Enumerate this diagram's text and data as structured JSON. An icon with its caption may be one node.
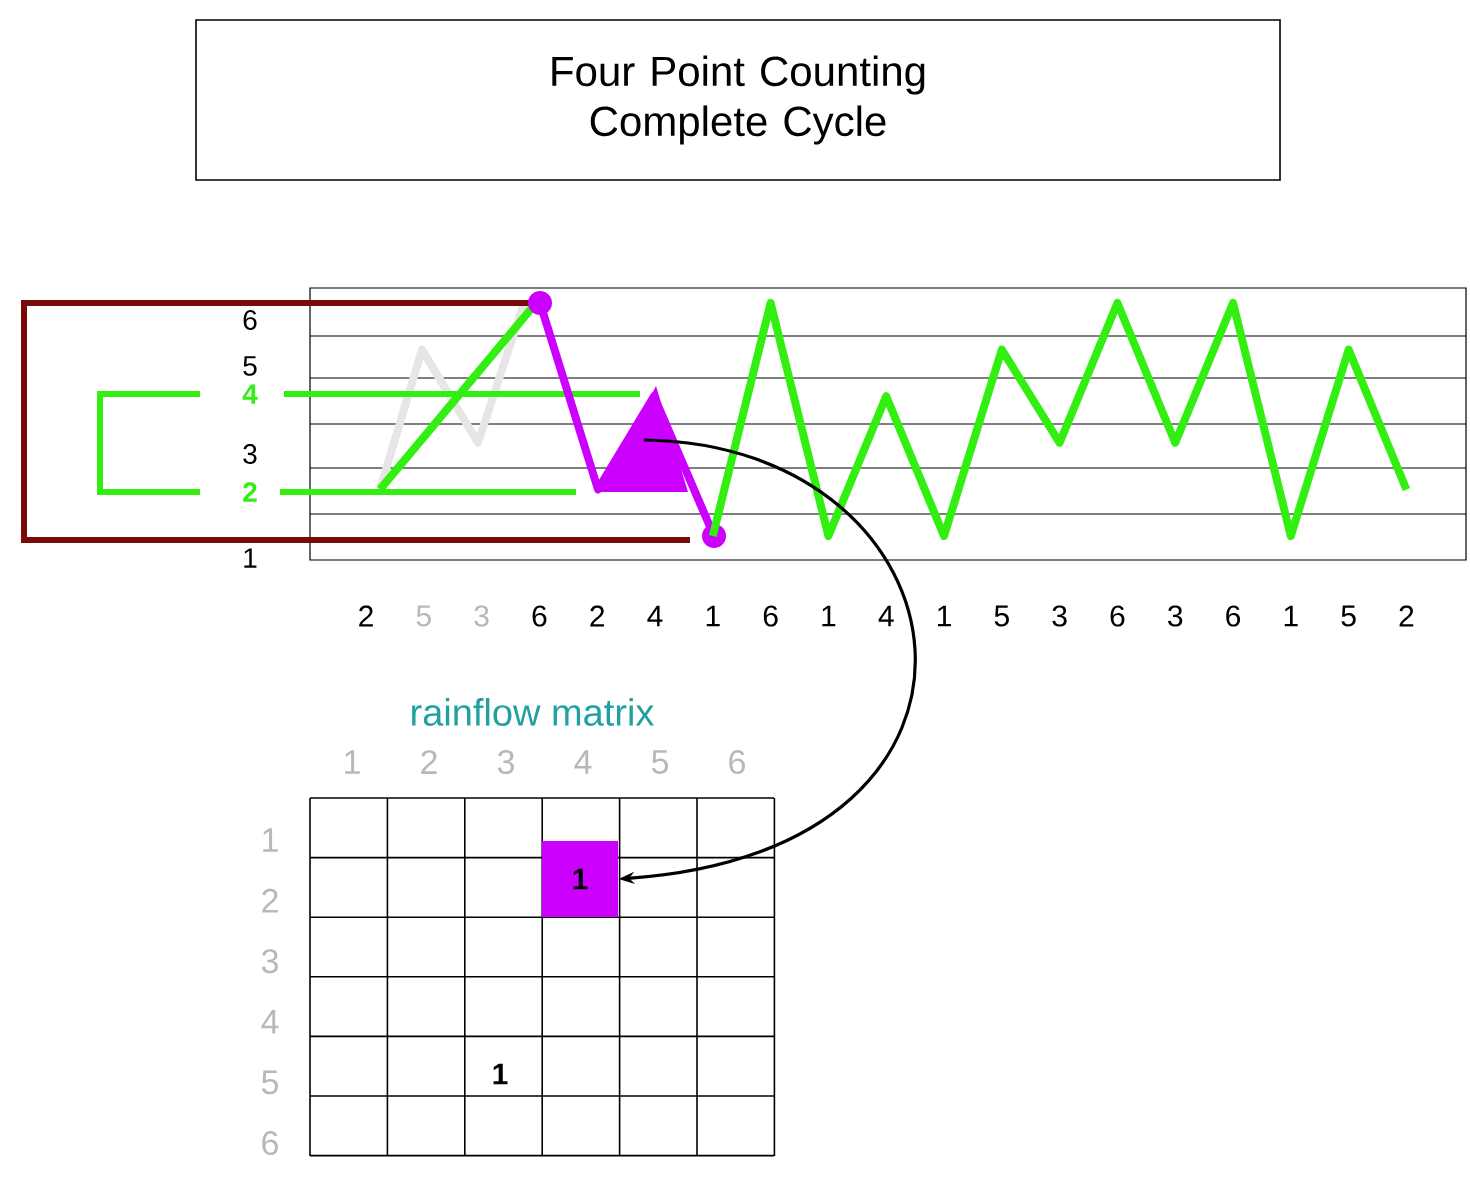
{
  "diagram": {
    "title": "Four Point Counting Complete Cycle",
    "nodes": [
      {
        "text": [],
        "shape": "triangle"
      },
      {
        "text": [
          "1"
        ]
      }
    ],
    "edges": [
      {
        "from": 0,
        "to": 1,
        "arrow": "to"
      }
    ],
    "labels": [
      "6",
      "5",
      "4",
      "3",
      "2",
      "1",
      "2",
      "5",
      "3",
      "6",
      "2",
      "4",
      "1",
      "6",
      "1",
      "4",
      "1",
      "5",
      "3",
      "6",
      "3",
      "6",
      "1",
      "5",
      "2",
      "rainflow matrix",
      "1",
      "2",
      "3",
      "4",
      "5",
      "6",
      "1",
      "2",
      "3",
      "4",
      "5",
      "6",
      "1"
    ]
  }
}
